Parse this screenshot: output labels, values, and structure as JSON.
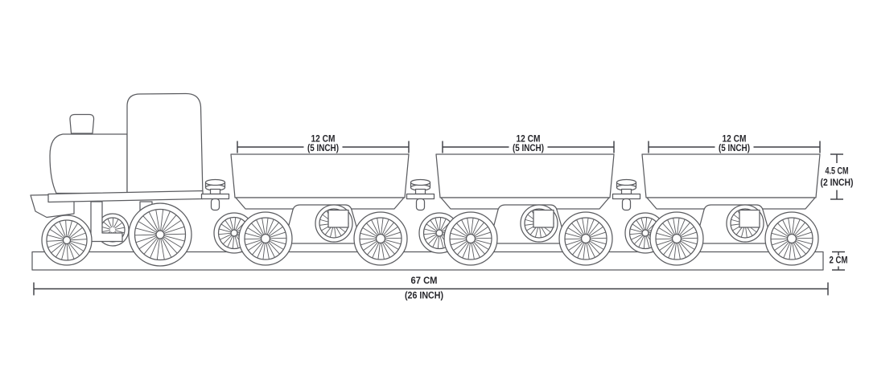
{
  "diagram": {
    "kind": "technical-line-drawing",
    "subject": "Toy train side view with locomotive and three carts, annotated with dimensions",
    "background": "#ffffff",
    "line_color": "#5b5c60",
    "dimension_line_color": "#3e3f44",
    "text_color": "#26262b",
    "carts": [
      {
        "width_cm": "12 CM",
        "width_inch": "(5 INCH)"
      },
      {
        "width_cm": "12 CM",
        "width_inch": "(5 INCH)"
      },
      {
        "width_cm": "12 CM",
        "width_inch": "(5 INCH)"
      }
    ],
    "cart_height": {
      "cm": "4.5 CM",
      "inch": "(2 INCH)"
    },
    "base_height": {
      "cm": "2 CM"
    },
    "total_length": {
      "cm": "67 CM",
      "inch": "(26 INCH)"
    }
  }
}
